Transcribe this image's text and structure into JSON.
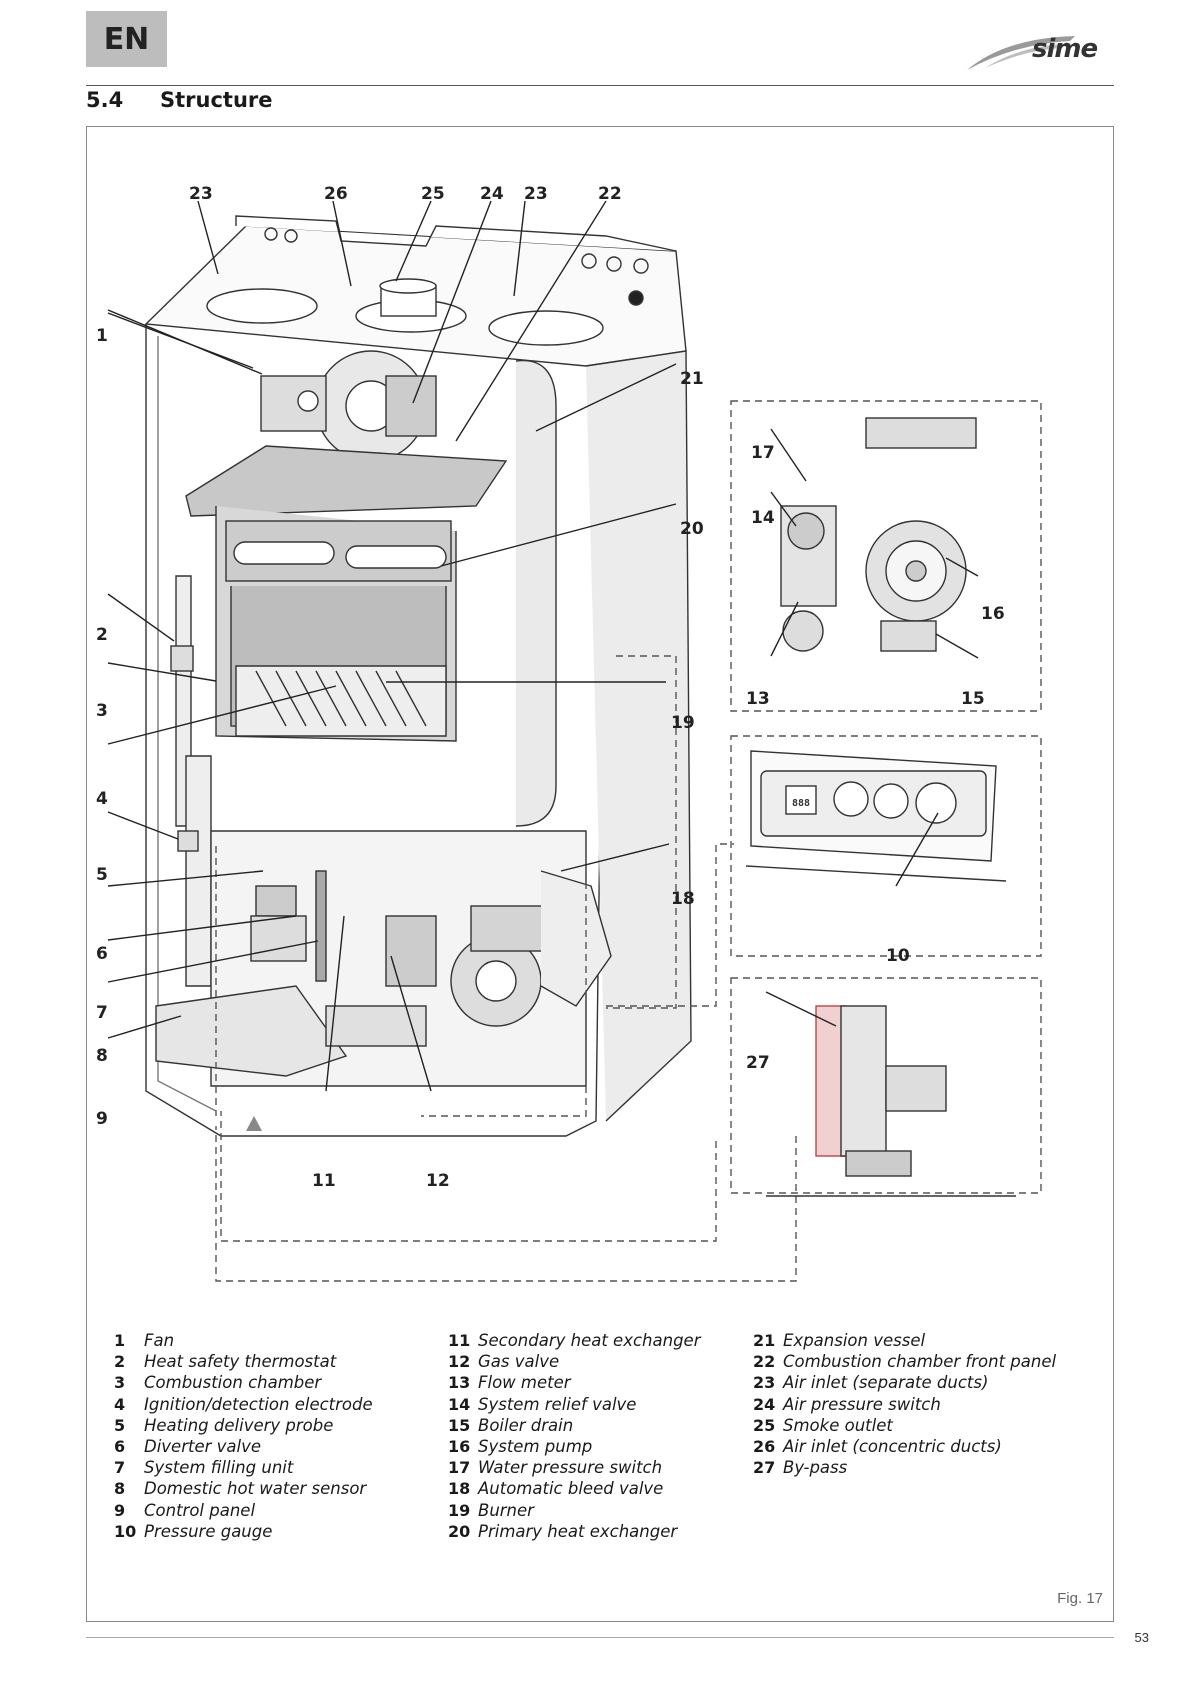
{
  "header": {
    "lang": "EN",
    "brand": "sime"
  },
  "section": {
    "number": "5.4",
    "title": "Structure"
  },
  "callouts": {
    "c23a": "23",
    "c26": "26",
    "c25": "25",
    "c24": "24",
    "c23b": "23",
    "c22": "22",
    "c1": "1",
    "c21": "21",
    "c17": "17",
    "c14": "14",
    "c20": "20",
    "c16": "16",
    "c2": "2",
    "c13": "13",
    "c15": "15",
    "c3": "3",
    "c19": "19",
    "c4": "4",
    "c5": "5",
    "c18": "18",
    "c6": "6",
    "c10": "10",
    "c7": "7",
    "c27": "27",
    "c8": "8",
    "c9": "9",
    "c11": "11",
    "c12": "12"
  },
  "panel_display": "888",
  "legend": {
    "col1": [
      {
        "num": "1",
        "text": "Fan"
      },
      {
        "num": "2",
        "text": "Heat safety thermostat"
      },
      {
        "num": "3",
        "text": "Combustion chamber"
      },
      {
        "num": "4",
        "text": "Ignition/detection electrode"
      },
      {
        "num": "5",
        "text": "Heating delivery probe"
      },
      {
        "num": "6",
        "text": "Diverter valve"
      },
      {
        "num": "7",
        "text": "System filling unit"
      },
      {
        "num": "8",
        "text": "Domestic hot water sensor"
      },
      {
        "num": "9",
        "text": "Control panel"
      },
      {
        "num": "10",
        "text": "Pressure gauge"
      }
    ],
    "col2": [
      {
        "num": "11",
        "text": "Secondary heat exchanger"
      },
      {
        "num": "12",
        "text": "Gas valve"
      },
      {
        "num": "13",
        "text": "Flow meter"
      },
      {
        "num": "14",
        "text": "System relief valve"
      },
      {
        "num": "15",
        "text": "Boiler drain"
      },
      {
        "num": "16",
        "text": "System pump"
      },
      {
        "num": "17",
        "text": "Water pressure switch"
      },
      {
        "num": "18",
        "text": "Automatic bleed valve"
      },
      {
        "num": "19",
        "text": "Burner"
      },
      {
        "num": "20",
        "text": "Primary heat exchanger"
      }
    ],
    "col3": [
      {
        "num": "21",
        "text": "Expansion vessel"
      },
      {
        "num": "22",
        "text": "Combustion chamber front panel"
      },
      {
        "num": "23",
        "text": "Air inlet (separate ducts)"
      },
      {
        "num": "24",
        "text": "Air pressure switch"
      },
      {
        "num": "25",
        "text": "Smoke outlet"
      },
      {
        "num": "26",
        "text": "Air inlet (concentric ducts)"
      },
      {
        "num": "27",
        "text": "By-pass"
      }
    ]
  },
  "figure_label": "Fig. 17",
  "page_number": "53"
}
